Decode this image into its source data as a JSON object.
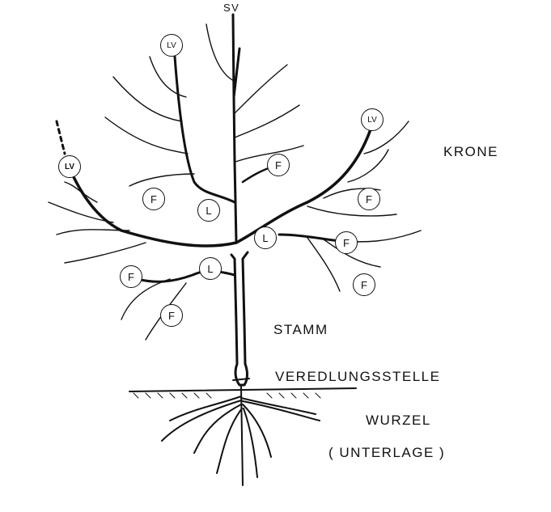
{
  "labels": {
    "sv": "SV",
    "krone": "KRONE",
    "stamm": "STAMM",
    "veredlungsstelle": "VEREDLUNGSSTELLE",
    "wurzel": "WURZEL",
    "unterlage": "( UNTERLAGE )"
  },
  "markers": {
    "lv": [
      "LV",
      "LV",
      "LV"
    ],
    "l": [
      "L",
      "L",
      "L"
    ],
    "f": [
      "F",
      "F",
      "F",
      "F",
      "F",
      "F",
      "F"
    ]
  },
  "colors": {
    "ink": "#111111",
    "paper": "#ffffff"
  }
}
